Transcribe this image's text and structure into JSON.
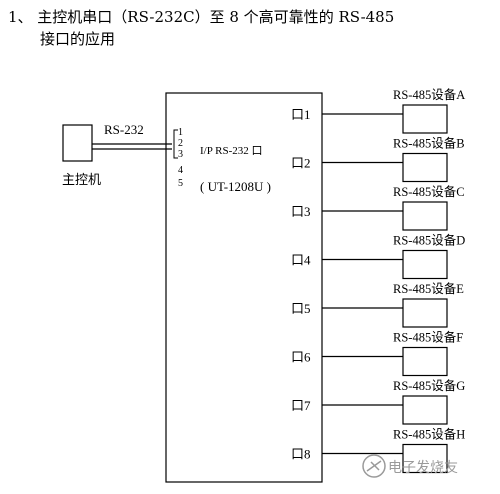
{
  "heading": {
    "line1": "1、 主控机串口（RS-232C）至 8 个高可靠性的 RS-485",
    "line2": "接口的应用"
  },
  "host": {
    "label": "主控机"
  },
  "link": {
    "label": "RS-232"
  },
  "pins": [
    "1",
    "2",
    "3",
    "4",
    "5"
  ],
  "converter": {
    "title": "I/P RS-232 口",
    "model": "( UT-1208U )"
  },
  "ports": [
    {
      "port": "口1",
      "device": "RS-485设备A"
    },
    {
      "port": "口2",
      "device": "RS-485设备B"
    },
    {
      "port": "口3",
      "device": "RS-485设备C"
    },
    {
      "port": "口4",
      "device": "RS-485设备D"
    },
    {
      "port": "口5",
      "device": "RS-485设备E"
    },
    {
      "port": "口6",
      "device": "RS-485设备F"
    },
    {
      "port": "口7",
      "device": "RS-485设备G"
    },
    {
      "port": "口8",
      "device": "RS-485设备H"
    }
  ],
  "watermark": "电子发烧友",
  "colors": {
    "line": "#000000",
    "background": "#ffffff",
    "watermark": "#9a9a9a"
  }
}
